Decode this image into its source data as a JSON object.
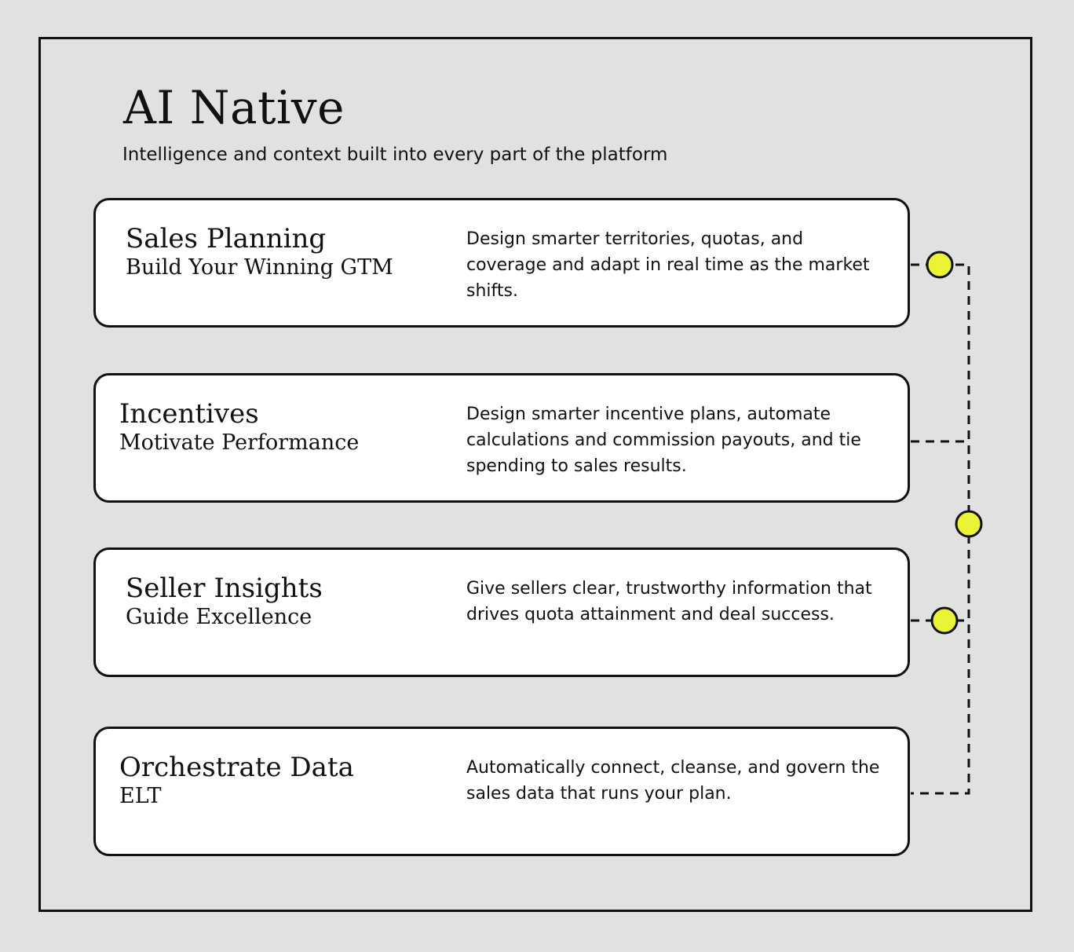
{
  "header": {
    "title": "AI Native",
    "subtitle": "Intelligence and context built into every part of the platform"
  },
  "cards": [
    {
      "name": "Sales Planning",
      "tagline": "Build Your Winning GTM",
      "description": "Design smarter territories, quotas, and coverage and adapt in real time as the market shifts."
    },
    {
      "name": "Incentives",
      "tagline": "Motivate Performance",
      "description": "Design smarter incentive plans, automate calculations and commission payouts, and tie spending to sales results."
    },
    {
      "name": "Seller Insights",
      "tagline": "Guide Excellence",
      "description": "Give sellers clear, trustworthy information that drives quota attainment and deal success."
    },
    {
      "name": "Orchestrate Data",
      "tagline": "ELT",
      "description": "Automatically connect, cleanse, and govern the sales data that runs your plan."
    }
  ],
  "colors": {
    "background": "#e1e1e1",
    "card": "#ffffff",
    "stroke": "#111111",
    "node": "#eaf335"
  }
}
